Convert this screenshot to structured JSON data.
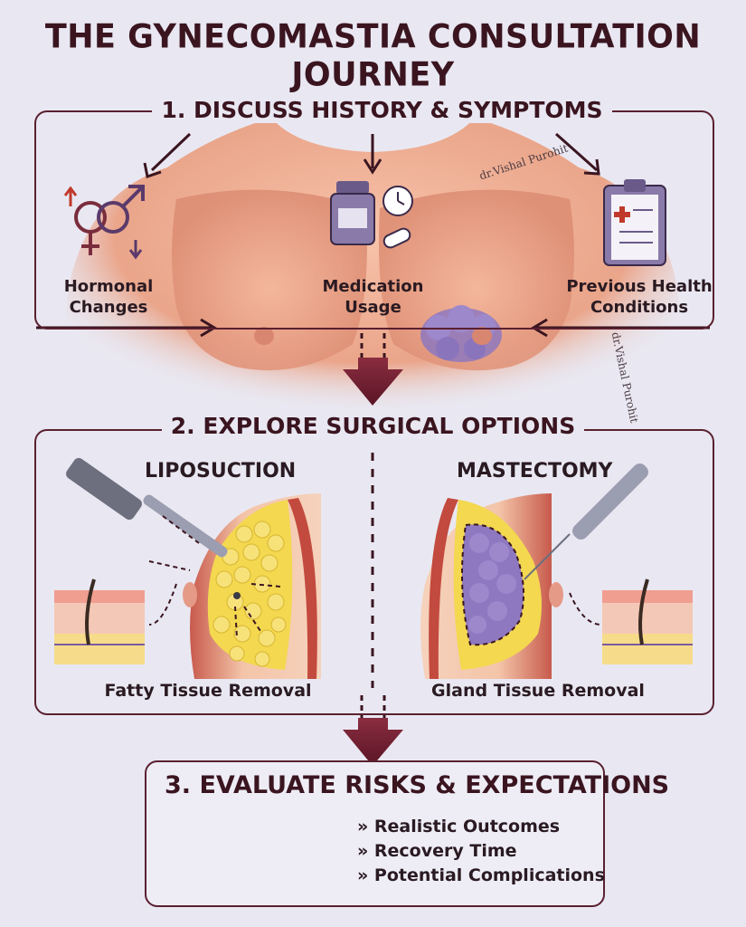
{
  "title": "THE GYNECOMASTIA CONSULTATION JOURNEY",
  "watermark": "dr.Vishal Purohit",
  "step1": {
    "title": "1. DISCUSS HISTORY & SYMPTOMS",
    "items": [
      {
        "label": "Hormonal Changes",
        "icon": "gender-symbols-icon"
      },
      {
        "label": "Medication Usage",
        "icon": "medication-bottle-icon"
      },
      {
        "label": "Previous Health Conditions",
        "icon": "clipboard-icon"
      }
    ]
  },
  "step2": {
    "title": "2. EXPLORE SURGICAL OPTIONS",
    "left": {
      "title": "LIPOSUCTION",
      "caption": "Fatty Tissue Removal",
      "icon": "cannula-icon"
    },
    "right": {
      "title": "MASTECTOMY",
      "caption": "Gland Tissue Removal",
      "icon": "scalpel-icon"
    }
  },
  "step3": {
    "title": "3. EVALUATE RISKS & EXPECTATIONS",
    "bullets": [
      "» Realistic Outcomes",
      "» Recovery Time",
      "» Potential Complications"
    ],
    "icons": [
      "scales-icon",
      "thought-bubble-icon"
    ]
  },
  "colors": {
    "background": "#e9e8f2",
    "frame": "#5a2030",
    "arrow": "#6b1e2e",
    "skin": "#f0b398",
    "gland": "#8e78c0",
    "fat": "#f3d850"
  }
}
